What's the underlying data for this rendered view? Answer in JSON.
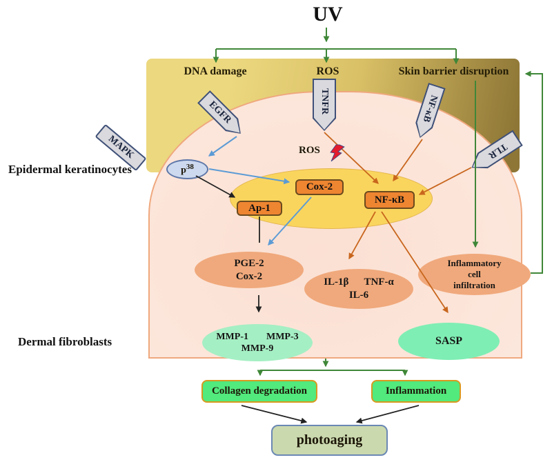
{
  "title": "UV",
  "epidermis_band": {
    "labels": {
      "dna": "DNA damage",
      "ros": "ROS",
      "skin": "Skin barrier disruption"
    }
  },
  "receptors": {
    "egfr": "EGFR",
    "tnfr": "TNFR",
    "nfkb": "NF-κB",
    "tlr": "TLR",
    "mapk": "MAPK"
  },
  "cell": {
    "epidermal_label": "Epidermal keratinocytes",
    "dermal_label": "Dermal fibroblasts",
    "p38_base": "p",
    "p38_sup": "38",
    "ros_inner": "ROS",
    "nucleus": {
      "ap1": "Ap-1",
      "cox2": "Cox-2",
      "nfkb": "NF-κB"
    }
  },
  "mediators": {
    "pge2": {
      "line1": "PGE-2",
      "line2": "Cox-2"
    },
    "cytokines": {
      "il1b": "IL-1β",
      "tnfa": "TNF-α",
      "il6": "IL-6"
    },
    "infiltration": {
      "line1": "Inflammatory",
      "line2": "cell",
      "line3": "infiltration"
    },
    "mmp": {
      "mmp1": "MMP-1",
      "mmp3": "MMP-3",
      "mmp9": "MMP-9"
    },
    "sasp": "SASP"
  },
  "outcomes": {
    "collagen": "Collagen degradation",
    "inflammation": "Inflammation",
    "photoaging": "photoaging"
  },
  "colors": {
    "band_light": "#ecd87f",
    "band_dark": "#8e7636",
    "cell_fill": "#fbe0d3",
    "cell_border": "#efa87e",
    "nucleus_fill": "#fad55e",
    "node_fill": "#ee8531",
    "node_border": "#6b4a1e",
    "tag_fill": "#d9d9de",
    "tag_border": "#3f5077",
    "salmon": "#f0a97c",
    "mint": "#a5efc4",
    "sasp": "#7feeb4",
    "outcome_fill": "#52e97d",
    "outcome_border": "#d8991f",
    "photoaging_fill": "#cbd9af",
    "photoaging_border": "#6a88b4",
    "arrow_green": "#3f8738",
    "arrow_orange": "#c8661d",
    "arrow_blue": "#5b9bd5",
    "arrow_black": "#222222",
    "bolt_red": "#e31c2d"
  }
}
